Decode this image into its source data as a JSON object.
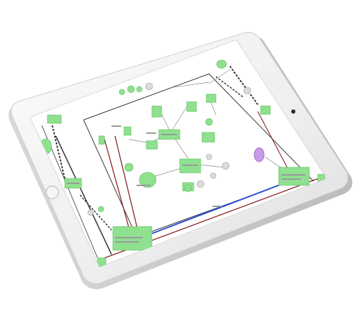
{
  "scene": {
    "description_kind": "photo-like product render",
    "device": "tablet",
    "device_orientation": "landscape",
    "bezel_color": "#f2f2f2",
    "screen_background": "#ffffff",
    "node_color": "#8fe08f",
    "node_dark_color": "#5fbf5f",
    "highlight_node_color": "#c79be8",
    "line_blue": "#2b4fd6",
    "line_red": "#8a2020",
    "line_dark": "#333333"
  }
}
